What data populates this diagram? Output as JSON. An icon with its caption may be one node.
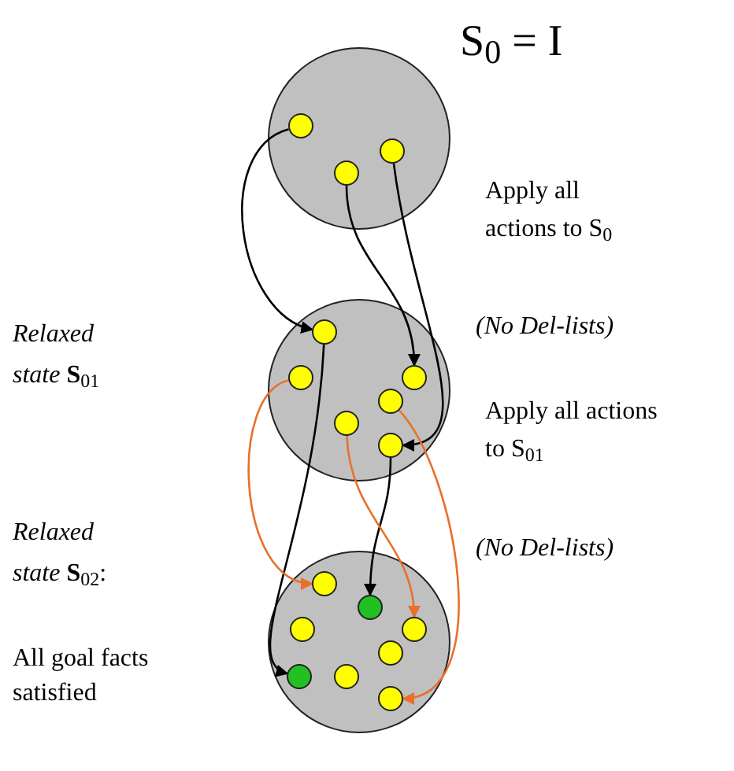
{
  "diagram": {
    "nodes": [
      {
        "text": [],
        "shape": "circle"
      },
      {
        "text": [],
        "shape": "circle",
        "in": 0
      },
      {
        "text": [],
        "shape": "circle",
        "in": 0
      },
      {
        "text": [],
        "shape": "circle",
        "in": 0
      },
      {
        "text": [],
        "shape": "circle"
      },
      {
        "text": [],
        "shape": "circle",
        "in": 4
      },
      {
        "text": [],
        "shape": "circle",
        "in": 4
      },
      {
        "text": [],
        "shape": "circle",
        "in": 4
      },
      {
        "text": [],
        "shape": "circle",
        "in": 4
      },
      {
        "text": [],
        "shape": "circle",
        "in": 4
      },
      {
        "text": [],
        "shape": "circle",
        "in": 4
      },
      {
        "text": [],
        "shape": "circle"
      },
      {
        "text": [],
        "shape": "circle",
        "in": 11
      },
      {
        "text": [],
        "shape": "circle",
        "in": 11
      },
      {
        "text": [],
        "shape": "circle",
        "in": 11
      },
      {
        "text": [],
        "shape": "circle",
        "in": 11
      },
      {
        "text": [],
        "shape": "circle",
        "in": 11
      },
      {
        "text": [],
        "shape": "circle",
        "in": 11
      },
      {
        "text": [],
        "shape": "circle",
        "in": 11
      },
      {
        "text": [],
        "shape": "circle",
        "in": 11
      }
    ],
    "edges": [
      {
        "from": 1,
        "to": 5,
        "arrow": "to"
      },
      {
        "from": 3,
        "to": 7,
        "arrow": "to"
      },
      {
        "from": 2,
        "to": 10,
        "arrow": "to"
      },
      {
        "from": 5,
        "to": 17,
        "arrow": "to"
      },
      {
        "from": 10,
        "to": 13,
        "arrow": "to"
      },
      {
        "from": 6,
        "to": 12,
        "arrow": "to",
        "color": "#e8702a"
      },
      {
        "from": 9,
        "to": 15,
        "arrow": "to",
        "color": "#e8702a"
      },
      {
        "from": 8,
        "to": 19,
        "arrow": "to",
        "color": "#e8702a"
      }
    ],
    "labels": [
      "S$_{0}$ = I",
      "Apply all actions to S$_{0}$",
      "*Relaxed state* **S**$_{01}$",
      "(No Del-lists)",
      "Apply all actions to S$_{01}$",
      "*Relaxed state* **S**$_{02}$:",
      "(No Del-lists)",
      "All goal facts satisfied"
    ]
  }
}
